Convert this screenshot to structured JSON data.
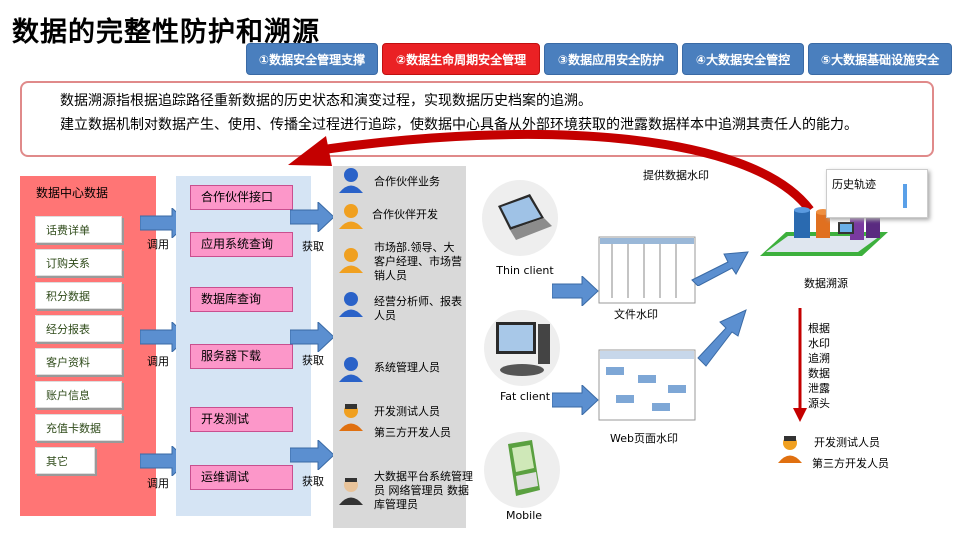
{
  "title": "数据的完整性防护和溯源",
  "tabs": [
    {
      "label": "①数据安全管理支撑",
      "active": false
    },
    {
      "label": "②数据生命周期安全管理",
      "active": true
    },
    {
      "label": "③数据应用安全防护",
      "active": false
    },
    {
      "label": "④大数据安全管控",
      "active": false
    },
    {
      "label": "⑤大数据基础设施安全",
      "active": false
    }
  ],
  "description": {
    "p1": "数据溯源指根据追踪路径重新数据的历史状态和演变过程，实现数据历史档案的追溯。",
    "p2": "建立数据机制对数据产生、使用、传播全过程进行追踪，使数据中心具备从外部环境获取的泄露数据样本中追溯其责任人的能力。"
  },
  "data_center": {
    "title": "数据中心数据",
    "items": [
      "话费详单",
      "订购关系",
      "积分数据",
      "经分报表",
      "客户资料",
      "账户信息",
      "充值卡数据",
      "其它"
    ]
  },
  "interfaces": [
    "合作伙伴接口",
    "应用系统查询",
    "数据库查询",
    "服务器下载",
    "开发测试",
    "运维调试"
  ],
  "flow_labels": {
    "call": "调用",
    "fetch": "获取"
  },
  "people": [
    "合作伙伴业务",
    "合作伙伴开发",
    "市场部.领导、大客户经理、市场营销人员",
    "经营分析师、报表人员",
    "系统管理人员",
    "开发测试人员",
    "第三方开发人员",
    "大数据平台系统管理员 网络管理员 数据库管理员"
  ],
  "devices": {
    "thin": "Thin client",
    "fat": "Fat client",
    "mobile": "Mobile"
  },
  "watermarks": {
    "file": "文件水印",
    "web": "Web页面水印",
    "provide": "提供数据水印"
  },
  "trace": {
    "history": "历史轨迹",
    "source": "数据溯源",
    "vertical": "根据水印追溯数据泄露源头"
  },
  "result": {
    "line1": "开发测试人员",
    "line2": "第三方开发人员"
  },
  "colors": {
    "tab_blue": "#4a7fbe",
    "tab_red": "#ea2124",
    "panel_red": "#ff7575",
    "panel_blue": "#d5e4f4",
    "pink": "#fc97c9",
    "arrow_blue": "#5b8fd0"
  }
}
